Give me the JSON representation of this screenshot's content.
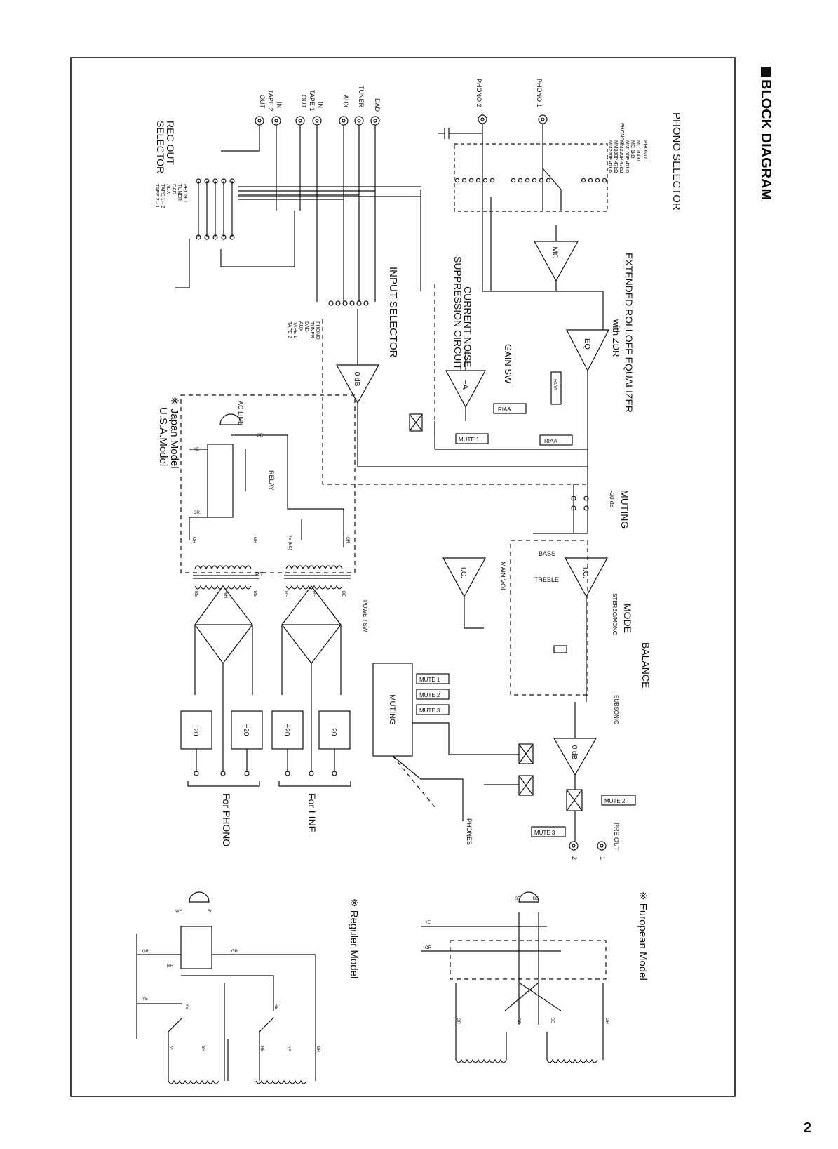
{
  "page": {
    "heading": "BLOCK DIAGRAM",
    "number": "2"
  },
  "phono": {
    "selector_title": "PHONO SELECTOR",
    "inputs": [
      "PHONO 1",
      "PHONO 2"
    ],
    "tap_labels": [
      "PHONO 1",
      "PHONO 2"
    ],
    "options": [
      "MC 100Ω",
      "MC 1kΩ",
      "MM100P 47kΩ",
      "MM220P 47kΩ",
      "MM330P 47kΩ",
      "MM220P 47kΩ"
    ],
    "mc_amp": "MC",
    "eq_title": "EXTENDED ROLLOFF EQUALIZER",
    "eq_subtitle": "with ZDR",
    "eq_amp": "EQ",
    "riaa": "RIAA",
    "gain_sw": "GAIN SW",
    "noise_title_1": "CURRENT NOISE",
    "noise_title_2": "SUPPRESSION CIRCUIT",
    "inv_amp": "−A",
    "mute1": "MUTE 1"
  },
  "inputs": {
    "jacks": [
      "DAD",
      "TUNER",
      "AUX",
      "TAPE 1",
      "TAPE 2"
    ],
    "in_label": "IN",
    "out_label": "OUT",
    "input_selector_title": "INPUT SELECTOR",
    "input_selector_options": [
      "PHONO",
      "TUNER",
      "DAD",
      "AUX",
      "TAPE 1",
      "TAPE 2"
    ],
    "rec_out_title_1": "REC OUT",
    "rec_out_title_2": "SELECTOR",
    "rec_out_options": [
      "PHONO",
      "TUNER",
      "DAD",
      "AUX",
      "TAPE 1→2",
      "TAPE 2→1"
    ],
    "buffer_amp": "0 dB"
  },
  "tone": {
    "muting_title": "MUTING",
    "muting_level": "−20 dB",
    "bass": "BASS",
    "treble": "TREBLE",
    "tc": "T.C.",
    "main_vol": "MAIN VOL.",
    "mode_title": "MODE",
    "mode_options": "STEREO/MONO",
    "balance": "BALANCE",
    "subsonic": "SUBSONIC"
  },
  "output": {
    "amp": "0 dB",
    "muting_block": "MUTING",
    "mutes": [
      "MUTE 1",
      "MUTE 2",
      "MUTE 3"
    ],
    "mute2": "MUTE 2",
    "mute3": "MUTE 3",
    "pre_out": "PRE OUT",
    "pre_out_nums": [
      "1",
      "2"
    ],
    "phones": "PHONES"
  },
  "power": {
    "ac_line": "AC LINE",
    "relay": "RELAY",
    "japan_1": "※ Japan Model",
    "japan_2": "U.S.A.Model",
    "pt": "P.T.",
    "power_sw": "POWER SW",
    "wire": {
      "gr": "GR",
      "ye": "YE",
      "or": "OR",
      "ye_bk": "YE (BK)",
      "re": "RE",
      "wh": "WH",
      "be": "BE"
    },
    "reg": [
      "−20",
      "+20",
      "−20",
      "+20"
    ],
    "for_phono": "For PHONO",
    "for_line": "For LINE"
  },
  "variants": {
    "european": "※ European Model",
    "regular": "※ Reguler Model",
    "wires_eu": {
      "br": "BR",
      "be": "BE",
      "ye": "YE",
      "or": "OR",
      "gr": "GR"
    },
    "wires_reg": {
      "wh": "WH",
      "bl": "BL",
      "or": "OR",
      "gr": "GR",
      "re": "RE",
      "ye": "YE",
      "vi": "VI",
      "br": "BR"
    }
  }
}
